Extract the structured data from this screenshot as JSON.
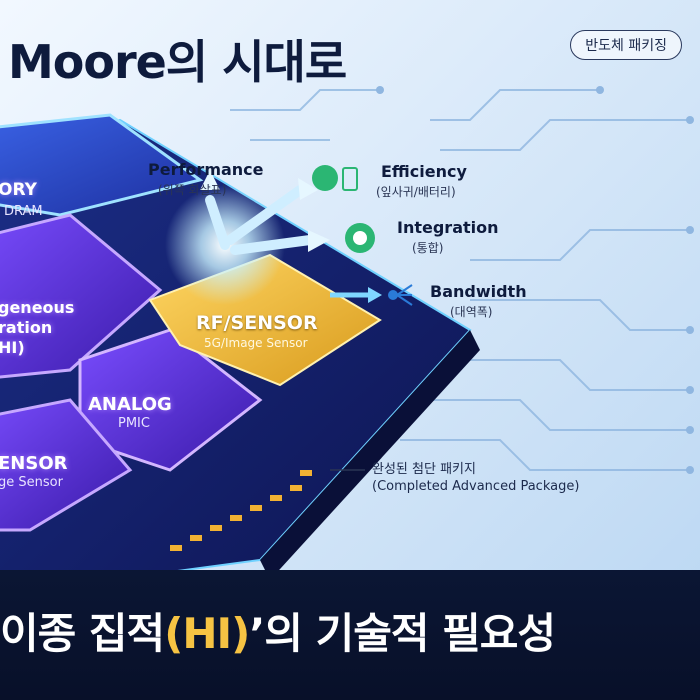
{
  "header": {
    "title": "Moore의 시대로",
    "tag": "반도체 패키징"
  },
  "features": [
    {
      "title": "Performance",
      "subtitle": "(위쪽 화살표)",
      "icon": "arrow-up-icon"
    },
    {
      "title": "Efficiency",
      "subtitle": "(잎사귀/배터리)",
      "icon": "leaf-battery-icon"
    },
    {
      "title": "Integration",
      "subtitle": "(통합)",
      "icon": "gear-chip-icon"
    },
    {
      "title": "Bandwidth",
      "subtitle": "(대역폭)",
      "icon": "network-arrows-icon"
    }
  ],
  "chips": {
    "memory": {
      "label": "ORY",
      "sub": "DRAM"
    },
    "hi": {
      "line1": "geneous",
      "line2": "ration",
      "line3": "HI)"
    },
    "rf": {
      "label": "RF/SENSOR",
      "sub": "5G/Image Sensor"
    },
    "analog": {
      "label": "ANALOG",
      "sub": "PMIC"
    },
    "sensor": {
      "label": "ENSOR",
      "sub": "ge Sensor"
    }
  },
  "package": {
    "title": "완성된 첨단 패키지",
    "subtitle": "(Completed Advanced Package)"
  },
  "bottom": {
    "prefix": "이종 집적",
    "highlight": "(HI)",
    "suffix": "’의 기술적 필요성"
  },
  "colors": {
    "accent_gold": "#f6c343",
    "purple": "#7a3cff",
    "blue": "#2a6cff",
    "navy": "#0b1634"
  }
}
